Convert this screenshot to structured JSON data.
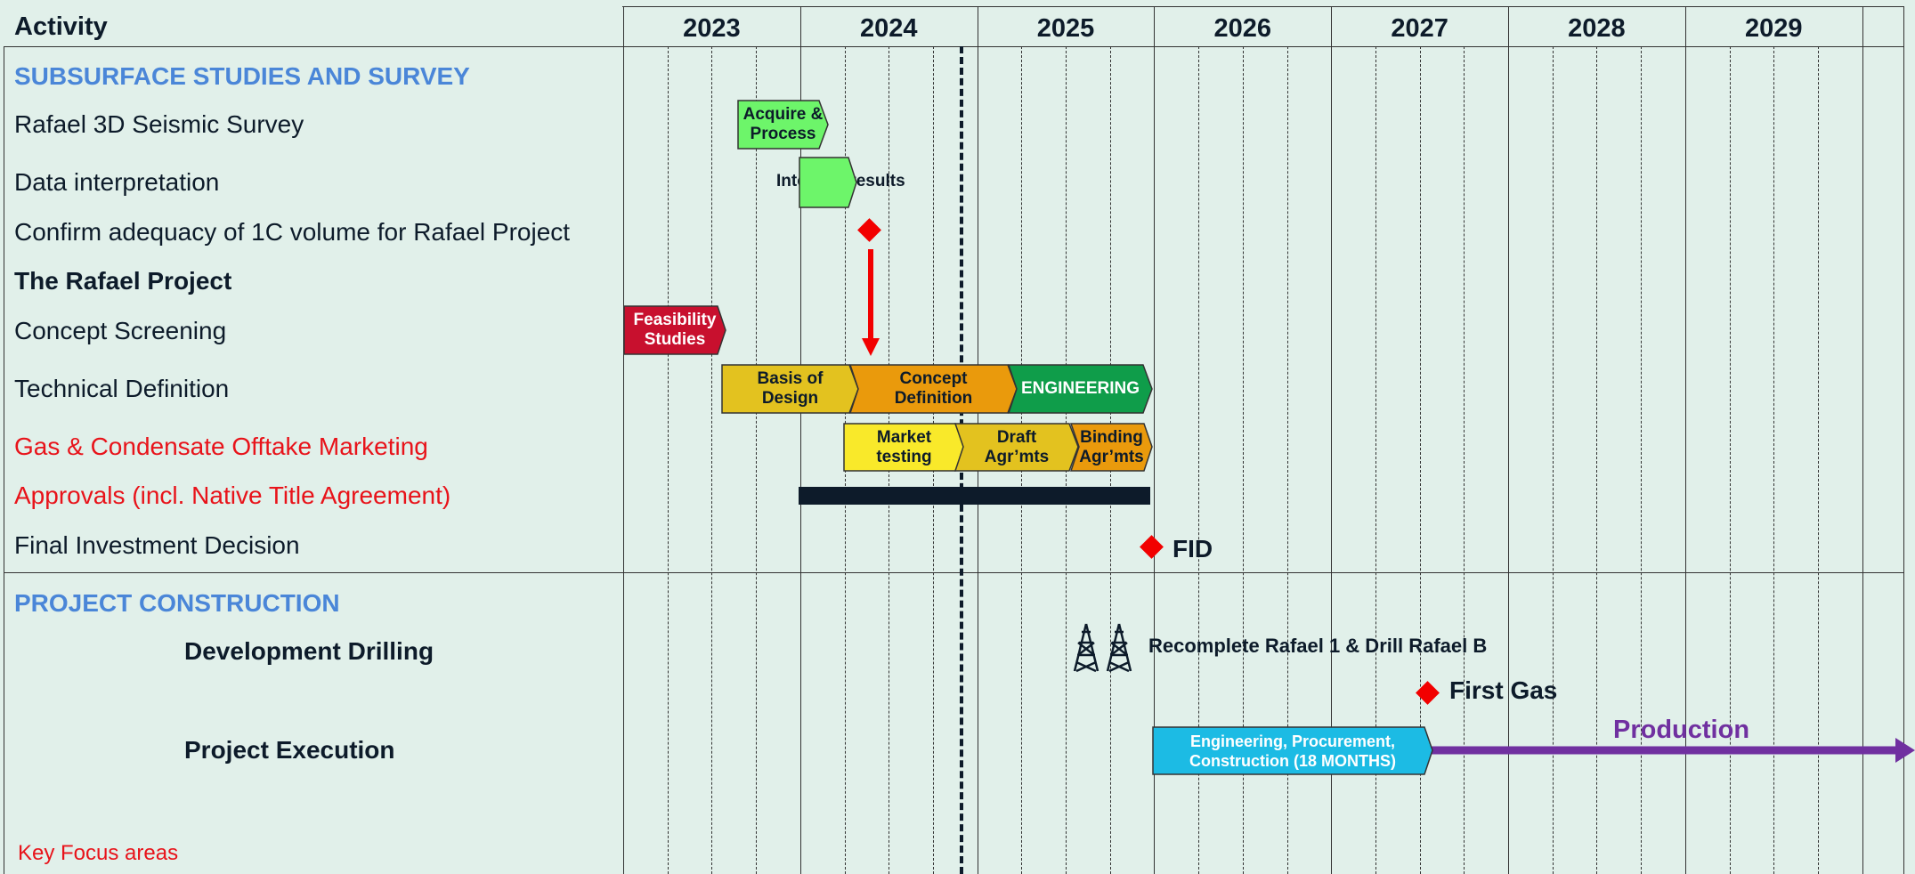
{
  "header": {
    "activity": "Activity",
    "years": [
      "2023",
      "2024",
      "2025",
      "2026",
      "2027",
      "2028",
      "2029"
    ]
  },
  "rows": {
    "sec1": "SUBSURFACE STUDIES AND SURVEY",
    "seismic": "Rafael 3D Seismic Survey",
    "interp": "Data interpretation",
    "confirm": "Confirm adequacy of 1C volume for Rafael Project",
    "rafael": "The Rafael Project",
    "concept": "Concept Screening",
    "techdef": "Technical Definition",
    "gas": "Gas & Condensate Offtake Marketing",
    "approvals": "Approvals (incl. Native Title Agreement)",
    "fid": "Final Investment Decision",
    "sec2": "PROJECT CONSTRUCTION",
    "drilling": "Development  Drilling",
    "execution": "Project Execution",
    "key": "Key Focus areas"
  },
  "bars": {
    "acquire": "Acquire & Process",
    "interpret": "Interpret results",
    "feasibility": "Feasibility Studies",
    "basis": "Basis of Design",
    "concept_def": "Concept Definition",
    "engineering": "ENGINEERING",
    "market": "Market testing",
    "draft": "Draft Agr’mts",
    "binding": "Binding Agr’mts",
    "epc": "Engineering, Procurement, Construction (18 MONTHS)"
  },
  "milestones": {
    "fid": "FID",
    "drill": "Recomplete Rafael 1 & Drill Rafael B",
    "first_gas": "First Gas",
    "production": "Production"
  },
  "colors": {
    "section_blue": "#4a86d8",
    "focus_red": "#e8131a",
    "green_bar": "#6df56a",
    "feasibility_red": "#c8102e",
    "yellow_bar": "#e3c21f",
    "orange_bar": "#ea9a0c",
    "engineering_green": "#0f9d4a",
    "market_yellow": "#f9e92a",
    "epc_cyan": "#1cbbe4",
    "production_purple": "#7030a0",
    "approvals_bar": "#0d1b2a"
  }
}
